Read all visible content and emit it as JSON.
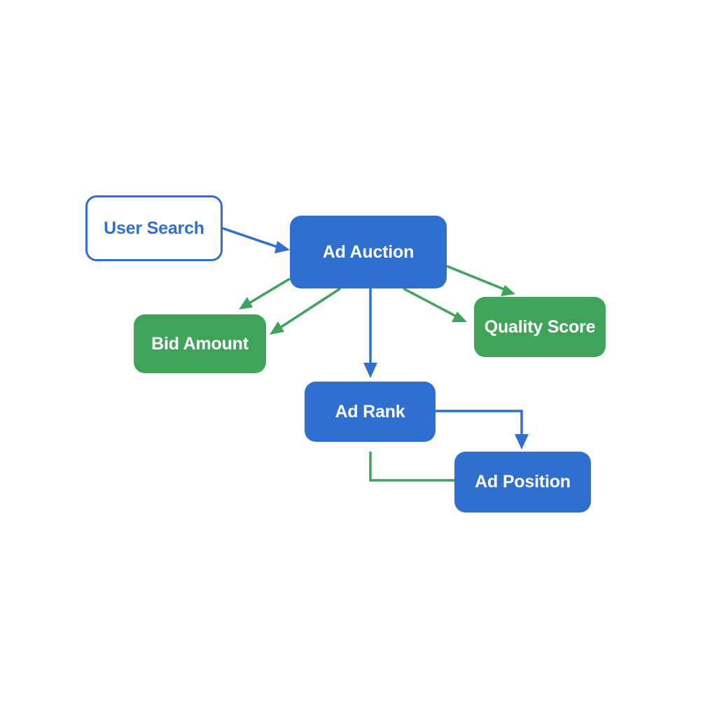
{
  "diagram": {
    "colors": {
      "primary_blue": "#2f6fcf",
      "accent_green": "#3fa35a",
      "background": "#ffffff"
    },
    "nodes": {
      "user_search": {
        "label": "User Search",
        "style": "outline"
      },
      "ad_auction": {
        "label": "Ad Auction",
        "style": "blue"
      },
      "bid_amount": {
        "label": "Bid Amount",
        "style": "green"
      },
      "quality_score": {
        "label": "Quality Score",
        "style": "green"
      },
      "ad_rank": {
        "label": "Ad Rank",
        "style": "blue"
      },
      "ad_position": {
        "label": "Ad Position",
        "style": "blue"
      }
    },
    "edges": [
      {
        "from": "user_search",
        "to": "ad_auction",
        "color": "blue"
      },
      {
        "from": "ad_auction",
        "to": "bid_amount",
        "color": "green"
      },
      {
        "from": "ad_auction",
        "to": "quality_score",
        "color": "green"
      },
      {
        "from": "ad_auction",
        "to": "ad_rank",
        "color": "blue"
      },
      {
        "from": "ad_rank",
        "to": "ad_position",
        "color": "blue"
      },
      {
        "from": "ad_rank",
        "to": "ad_position",
        "color": "green"
      }
    ]
  }
}
